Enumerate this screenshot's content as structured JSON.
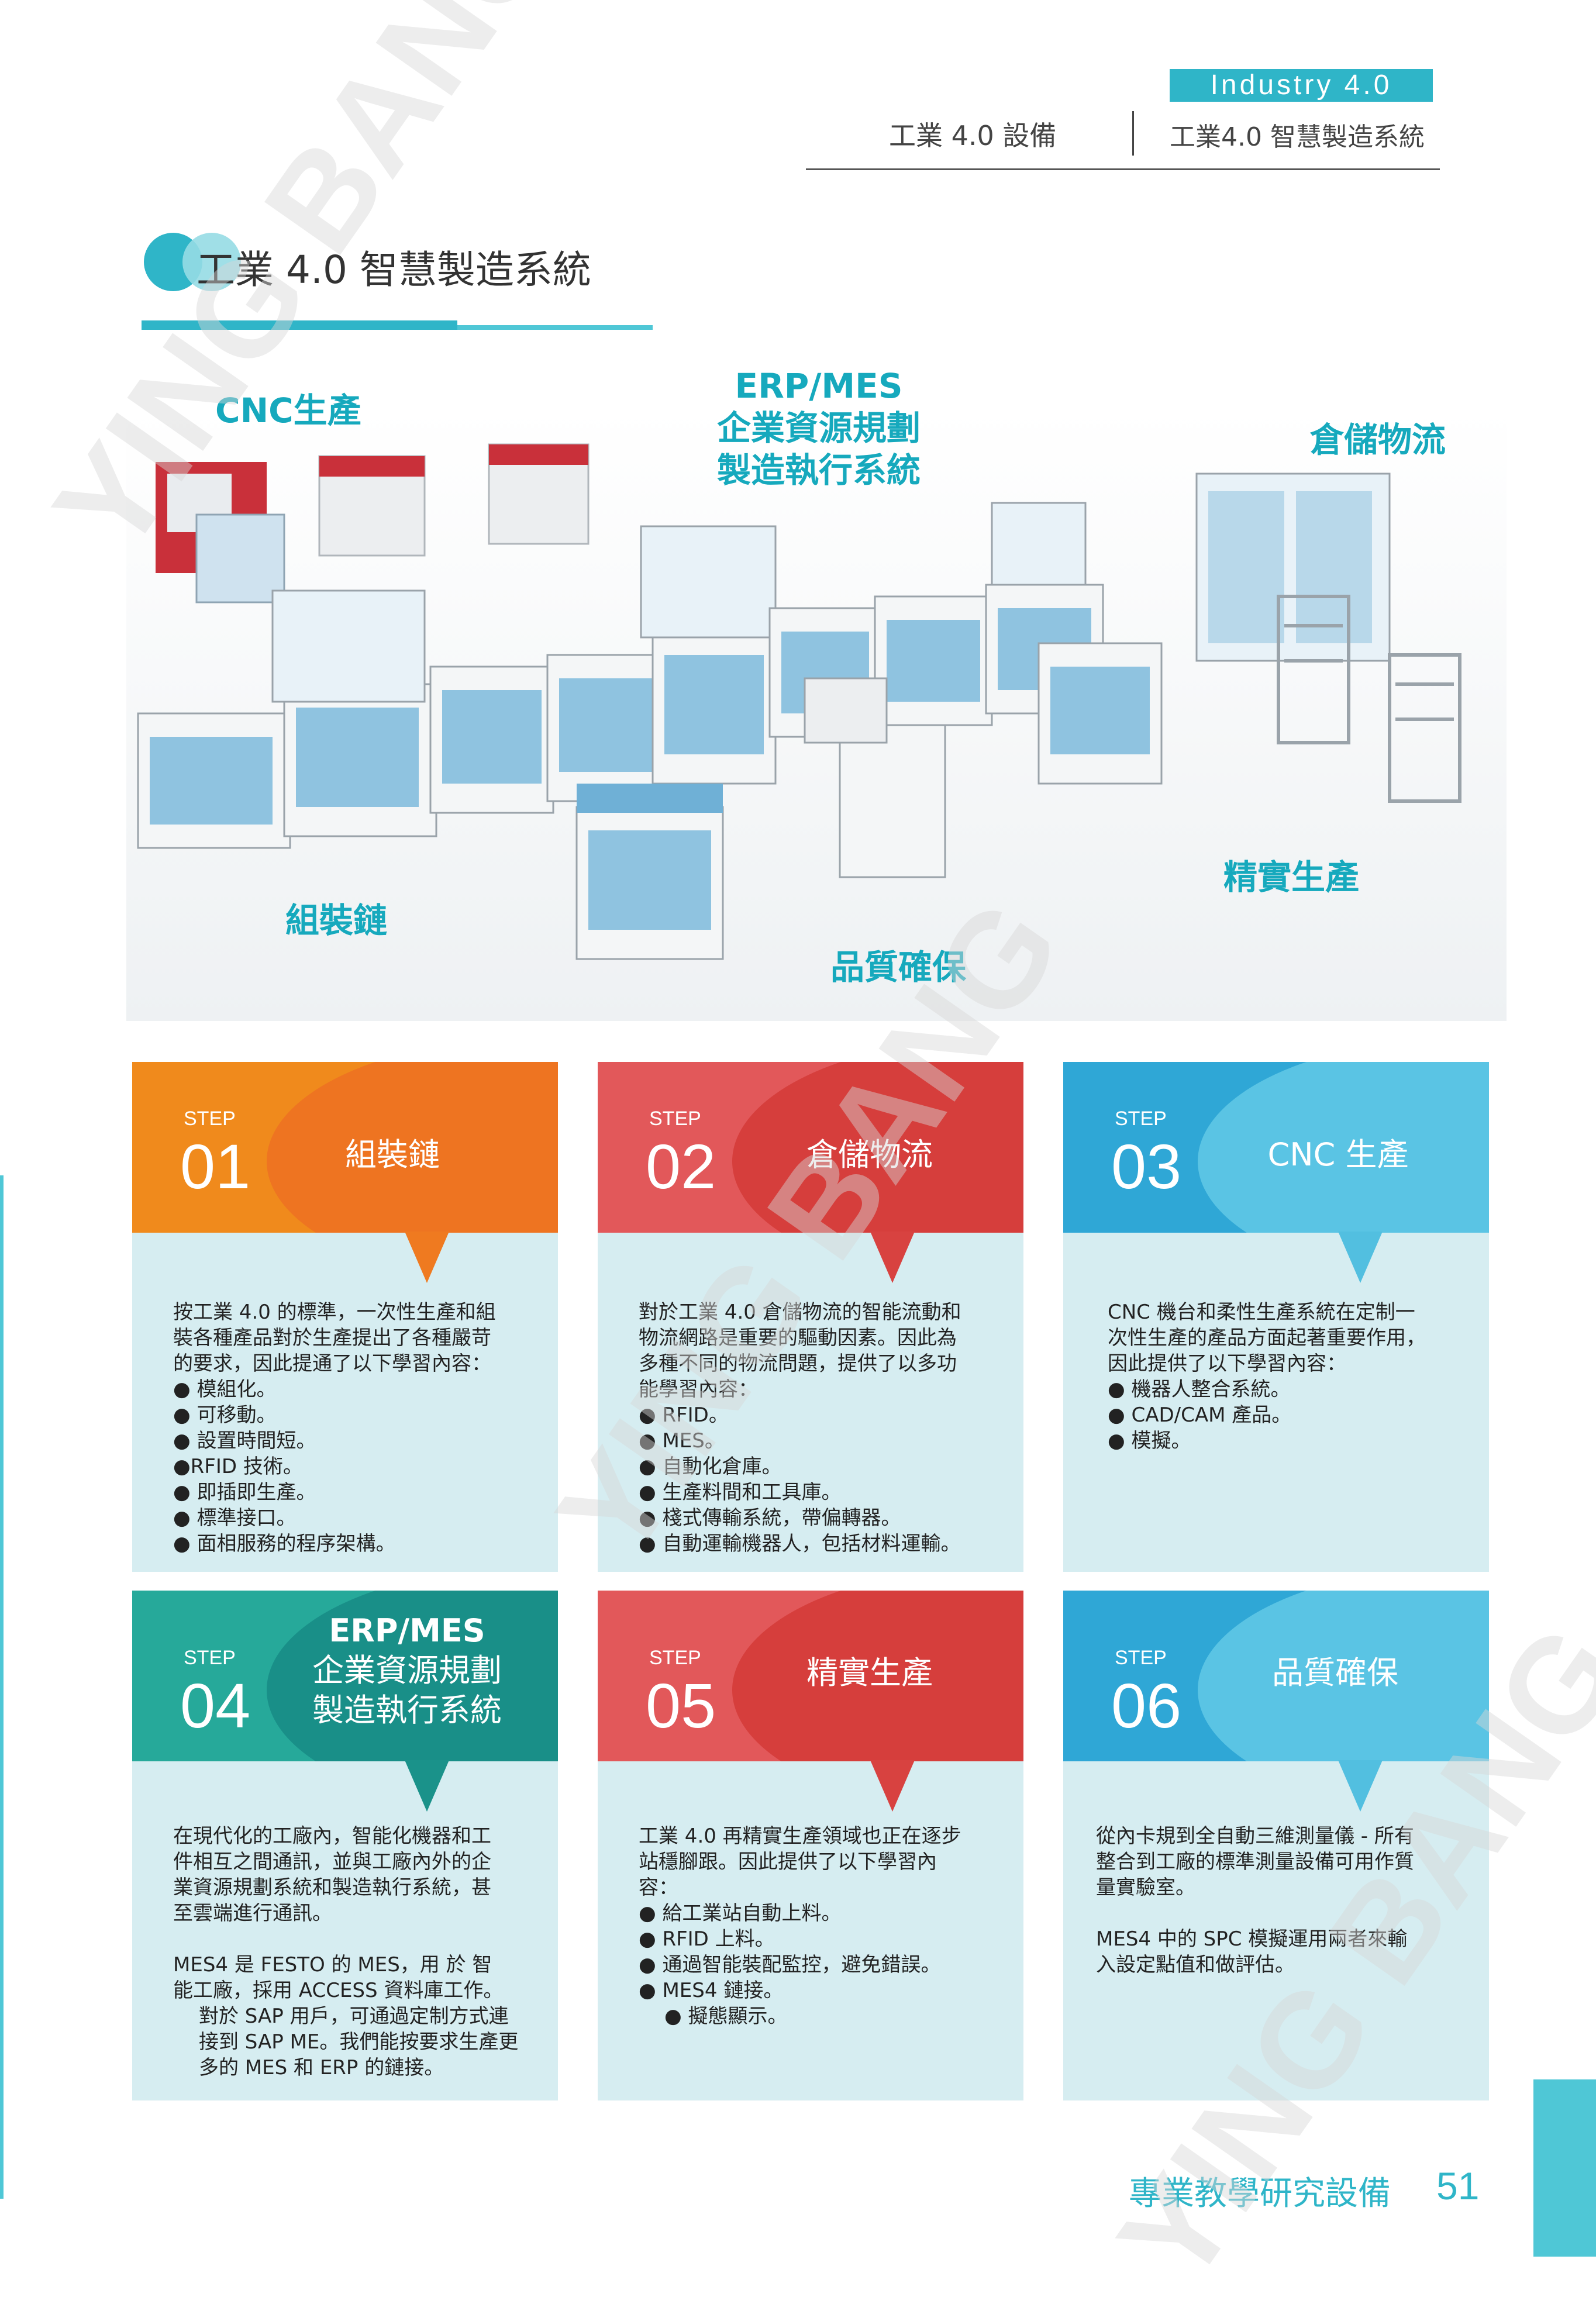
{
  "header": {
    "badge": "Industry 4.0",
    "left": "工業 4.0 設備",
    "right": "工業4.0 智慧製造系統"
  },
  "section": {
    "title": "工業 4.0 智慧製造系統"
  },
  "hero": {
    "labels": {
      "cnc": "CNC生產",
      "erp_1": "ERP/MES",
      "erp_2": "企業資源規劃",
      "erp_3": "製造執行系統",
      "warehouse": "倉儲物流",
      "assembly": "組裝鏈",
      "lean": "精實生產",
      "quality": "品質確保"
    }
  },
  "cards": [
    {
      "step": "STEP",
      "num": "01",
      "title": "組裝鏈",
      "body": [
        "按工業 4.0 的標準，一次性生產和組",
        "裝各種產品對於生產提出了各種嚴苛",
        "的要求，因此提通了以下學習內容：",
        "● 模組化。",
        "● 可移動。",
        "● 設置時間短。",
        "●RFID 技術。",
        "● 即插即生產。",
        "● 標準接口。",
        "● 面相服務的程序架構。"
      ]
    },
    {
      "step": "STEP",
      "num": "02",
      "title": "倉儲物流",
      "body": [
        "對於工業 4.0 倉儲物流的智能流動和",
        "物流網路是重要的驅動因素。因此為",
        "多種不同的物流問題，提供了以多功",
        "能學習內容：",
        "● RFID。",
        "● MES。",
        "● 自動化倉庫。",
        "● 生產料間和工具庫。",
        "● 棧式傳輸系統，帶偏轉器。",
        "● 自動運輸機器人，包括材料運輸。"
      ]
    },
    {
      "step": "STEP",
      "num": "03",
      "title": "CNC 生產",
      "body": [
        "CNC 機台和柔性生產系統在定制一",
        "次性生產的產品方面起著重要作用，",
        "因此提供了以下學習內容：",
        "● 機器人整合系統。",
        "● CAD/CAM 產品。",
        "● 模擬。"
      ]
    },
    {
      "step": "STEP",
      "num": "04",
      "title_1": "ERP/MES",
      "title_2": "企業資源規劃",
      "title_3": "製造執行系統",
      "body": [
        "在現代化的工廠內，智能化機器和工",
        "件相互之間通訊，並與工廠內外的企",
        "業資源規劃系統和製造執行系統，甚",
        "至雲端進行通訊。"
      ],
      "body2": [
        "MES4 是 FESTO 的 MES，用 於 智",
        "能工廠，採用 ACCESS 資料庫工作。",
        "對於 SAP 用戶，可通過定制方式連",
        "接到 SAP ME。我們能按要求生產更",
        "多的 MES 和 ERP 的鏈接。"
      ]
    },
    {
      "step": "STEP",
      "num": "05",
      "title": "精實生產",
      "body": [
        "工業 4.0 再精實生產領域也正在逐步",
        "站穩腳跟。因此提供了以下學習內",
        "容：",
        "● 給工業站自動上料。",
        "● RFID 上料。",
        "● 通過智能裝配監控，避免錯誤。",
        "● MES4 鏈接。",
        "● 擬態顯示。"
      ]
    },
    {
      "step": "STEP",
      "num": "06",
      "title": "品質確保",
      "body": [
        "從內卡規到全自動三維測量儀 - 所有",
        "整合到工廠的標準測量設備可用作質",
        "量實驗室。"
      ],
      "body2": [
        "MES4 中的 SPC 模擬運用兩者來輸",
        "入設定點值和做評估。"
      ]
    }
  ],
  "footer": {
    "text": "專業教學研究設備",
    "page": "51"
  },
  "colors": {
    "accent": "#2fb5c8",
    "orange": "#f08a1c",
    "red": "#d63e3c",
    "blue": "#2fa7d6",
    "teal": "#26a99a",
    "card_bg": "#d6edf1"
  }
}
